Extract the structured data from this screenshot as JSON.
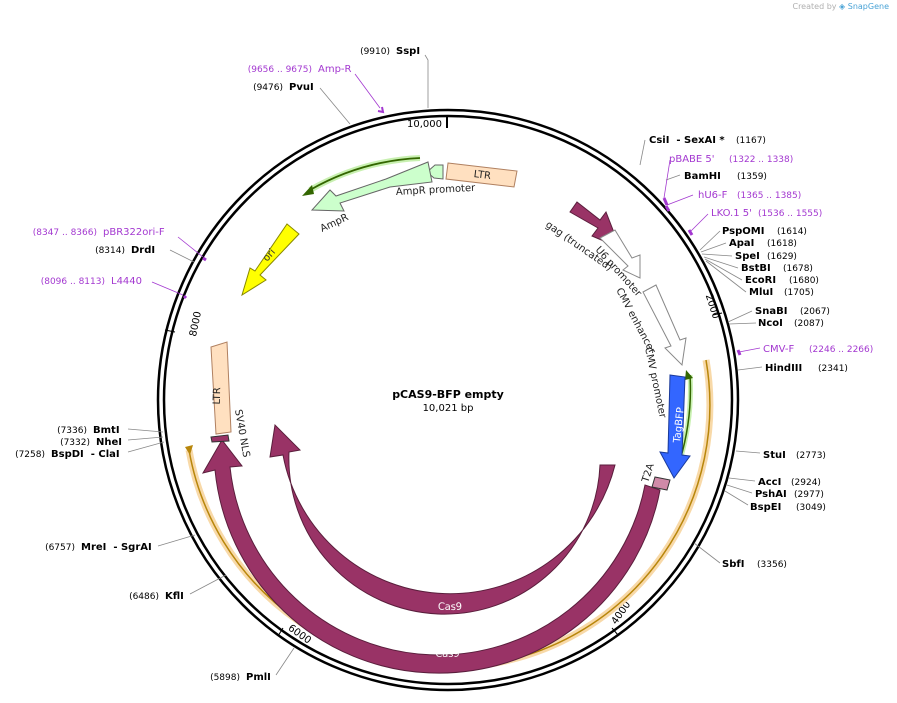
{
  "credit": {
    "prefix": "Created by",
    "brand": "SnapGene"
  },
  "plasmid": {
    "name": "pCAS9-BFP empty",
    "size": "10,021 bp",
    "length": 10021
  },
  "ruler": [
    "2000",
    "4000",
    "6000",
    "8000",
    "10,000"
  ],
  "sites": [
    {
      "name": "SspI",
      "pos": "(9910)"
    },
    {
      "name": "PvuI",
      "pos": "(9476)"
    },
    {
      "name": "DrdI",
      "pos": "(8314)"
    },
    {
      "name": "BmtI",
      "pos": "(7336)"
    },
    {
      "name": "NheI",
      "pos": "(7332)"
    },
    {
      "name": "BspDI  - ClaI",
      "pos": "(7258)"
    },
    {
      "name": "MreI  - SgrAI",
      "pos": "(6757)"
    },
    {
      "name": "KflI",
      "pos": "(6486)"
    },
    {
      "name": "PmlI",
      "pos": "(5898)"
    },
    {
      "name": "CsiI  - SexAI *",
      "pos": "(1167)"
    },
    {
      "name": "BamHI",
      "pos": "(1359)"
    },
    {
      "name": "PspOMI",
      "pos": "(1614)"
    },
    {
      "name": "ApaI",
      "pos": "(1618)"
    },
    {
      "name": "SpeI",
      "pos": "(1629)"
    },
    {
      "name": "BstBI",
      "pos": "(1678)"
    },
    {
      "name": "EcoRI",
      "pos": "(1680)"
    },
    {
      "name": "MluI",
      "pos": "(1705)"
    },
    {
      "name": "SnaBI",
      "pos": "(2067)"
    },
    {
      "name": "NcoI",
      "pos": "(2087)"
    },
    {
      "name": "HindIII",
      "pos": "(2341)"
    },
    {
      "name": "StuI",
      "pos": "(2773)"
    },
    {
      "name": "AccI",
      "pos": "(2924)"
    },
    {
      "name": "PshAI",
      "pos": "(2977)"
    },
    {
      "name": "BspEI",
      "pos": "(3049)"
    },
    {
      "name": "SbfI",
      "pos": "(3356)"
    }
  ],
  "primers": [
    {
      "name": "Amp-R",
      "range": "(9656 .. 9675)"
    },
    {
      "name": "pBR322ori-F",
      "range": "(8347 .. 8366)"
    },
    {
      "name": "L4440",
      "range": "(8096 .. 8113)"
    },
    {
      "name": "pBABE 5'",
      "range": "(1322 .. 1338)"
    },
    {
      "name": "hU6-F",
      "range": "(1365 .. 1385)"
    },
    {
      "name": "LKO.1 5'",
      "range": "(1536 .. 1555)"
    },
    {
      "name": "CMV-F",
      "range": "(2246 .. 2266)"
    }
  ],
  "features": {
    "ltr_top": "LTR",
    "ampr_promoter": "AmpR promoter",
    "ampr": "AmpR",
    "ori": "ori",
    "gag": "gag (truncated)",
    "u6": "U6 promoter",
    "cmv_enh": "CMV enhancer",
    "cmv_prom": "CMV promoter",
    "tagbfp": "TagBFP",
    "t2a": "T2A",
    "ltr_left": "LTR",
    "sv40": "SV40 NLS",
    "cas9_inner": "Cas9",
    "cas9_outer": "Cas9"
  },
  "colors": {
    "backbone": "#000000",
    "primer": "#a338d0",
    "cas9": "#993366",
    "ltr": "#ffe0c0",
    "ampr": "#ccffcc",
    "ori": "#ffff00",
    "tagbfp": "#3366ff",
    "orf_green": "#336600",
    "orf_highlight": "#f0c070"
  }
}
